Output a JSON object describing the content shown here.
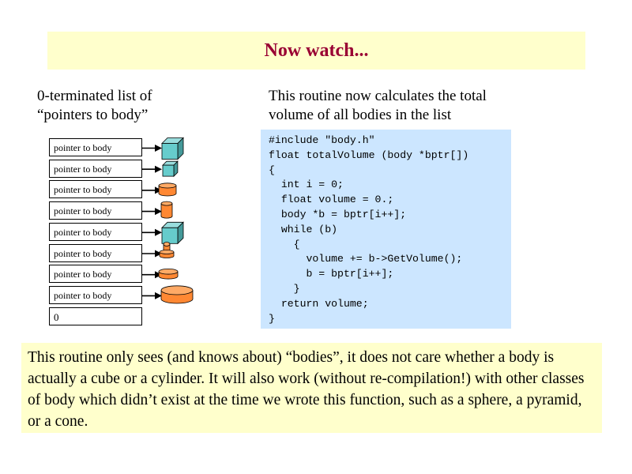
{
  "title": "Now watch...",
  "left_heading": {
    "line1": "0-terminated list of",
    "line2": "“pointers to body”"
  },
  "right_heading": {
    "line1": "This routine now calculates the total",
    "line2": "volume of all bodies in the list"
  },
  "pointer_list": [
    {
      "label": "pointer to body",
      "shape": "cube"
    },
    {
      "label": "pointer to body",
      "shape": "cube-small"
    },
    {
      "label": "pointer to body",
      "shape": "cylinder"
    },
    {
      "label": "pointer to body",
      "shape": "cylinder-tall"
    },
    {
      "label": "pointer to body",
      "shape": "cube"
    },
    {
      "label": "pointer to body",
      "shape": "cylinder-stack"
    },
    {
      "label": "pointer to body",
      "shape": "cylinder-flat"
    },
    {
      "label": "pointer to body",
      "shape": "cylinder-wide"
    },
    {
      "label": "0",
      "shape": "none"
    }
  ],
  "code": "#include \"body.h\"\nfloat totalVolume (body *bptr[])\n{\n  int i = 0;\n  float volume = 0.;\n  body *b = bptr[i++];\n  while (b)\n    {\n      volume += b->GetVolume();\n      b = bptr[i++];\n    }\n  return volume;\n}",
  "explanation": "This routine only sees (and knows about) “bodies”, it does not care whether a body is actually a cube or a cylinder. It will also work (without re-compilation!) with other classes of body which didn’t exist at the time we wrote this function, such as a sphere, a pyramid, or a cone.",
  "colors": {
    "title": "#990033",
    "title_bg": "#ffffcc",
    "code_bg": "#cce6ff",
    "cube_fill": "#66cccc",
    "cylinder_fill": "#ff8833"
  }
}
